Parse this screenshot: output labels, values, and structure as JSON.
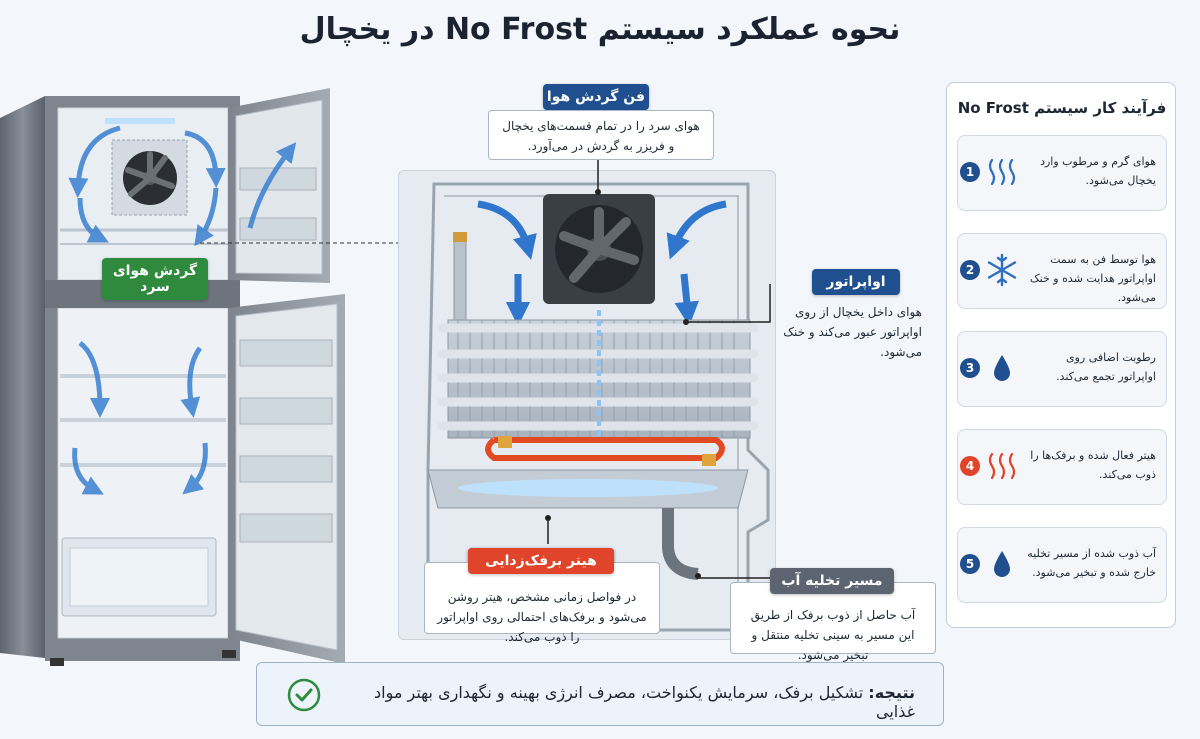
{
  "title": "نحوه عملکرد سیستم No Frost در یخچال",
  "colors": {
    "blue": "#1f4f8f",
    "red": "#e0442a",
    "gray": "#5b6470",
    "green": "#2f8a3e",
    "air_arrow": "#3a7fd0"
  },
  "fridge": {
    "label": "گردش هوای سرد"
  },
  "callouts": {
    "fan": {
      "title": "فن گردش هوا",
      "text": "هوای سرد را در تمام قسمت‌های یخچال و فریزر به گردش در می‌آورد."
    },
    "evaporator": {
      "title": "اواپراتور",
      "text": "هوای داخل یخچال از روی اواپراتور عبور می‌کند و خنک می‌شود."
    },
    "heater": {
      "title": "هیتر برفک‌زدایی",
      "text": "در فواصل زمانی مشخص، هیتر روشن می‌شود و برفک‌های احتمالی روی اواپراتور را ذوب می‌کند."
    },
    "drain": {
      "title": "مسیر تخلیه آب",
      "text": "آب حاصل از ذوب برفک از طریق این مسیر به سینی تخلیه منتقل و تبخیر می‌شود."
    }
  },
  "panel": {
    "title": "فرآیند کار سیستم No Frost",
    "steps": [
      {
        "num": "1",
        "icon": "warm-air-icon",
        "text": "هوای گرم و مرطوب وارد یخچال می‌شود."
      },
      {
        "num": "2",
        "icon": "snowflake-icon",
        "text": "هوا توسط فن به سمت اواپراتور هدایت شده و خنک می‌شود."
      },
      {
        "num": "3",
        "icon": "water-drop-icon",
        "text": "رطوبت اضافی روی اواپراتور تجمع می‌کند."
      },
      {
        "num": "4",
        "icon": "heat-waves-icon",
        "text": "هیتر فعال شده و برفک‌ها را ذوب می‌کند."
      },
      {
        "num": "5",
        "icon": "water-drop-icon",
        "text": "آب ذوب شده از مسیر تخلیه خارج شده و تبخیر می‌شود."
      }
    ]
  },
  "result": {
    "label": "نتیجه:",
    "text": "تشکیل برفک، سرمایش یکنواخت، مصرف انرژی بهینه و نگهداری بهتر مواد غذایی"
  }
}
